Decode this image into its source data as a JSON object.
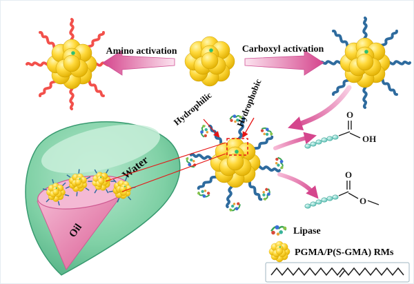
{
  "figure": {
    "top_row": {
      "amino_arrow_label": "Amino activation",
      "carboxyl_arrow_label": "Carboxyl activation"
    },
    "functionalized": {
      "hydrophilic_label": "Hydrophilic",
      "hydrophobic_label": "Hydrophobic"
    },
    "emulsion": {
      "water_label": "Water",
      "oil_label": "Oil"
    },
    "chemistry": {
      "acid_carbonyl_o": "O",
      "acid_hydroxyl": "OH",
      "ester_carbonyl_o": "O",
      "ester_link_o": "O"
    },
    "legend": {
      "lipase_label": "Lipase",
      "rms_label": "PGMA/P(S-GMA) RMs"
    },
    "icons": {
      "lipase_icon": "multicolor-enzyme-blob",
      "rms_icon": "yellow-raspberry-nanoparticle-cluster",
      "substrate_icon": "alkene-zigzag-chain"
    },
    "colors": {
      "sphere_yellow": "#f6c700",
      "arm_red": "#f2504b",
      "arm_blue": "#2e6b9e",
      "arrow_pink": "#d5468d",
      "water_green": "#7fd0a5",
      "oil_pink": "#ee8cb6",
      "bead_cyan": "#57c0b4",
      "annotation_red": "#e61414"
    }
  }
}
